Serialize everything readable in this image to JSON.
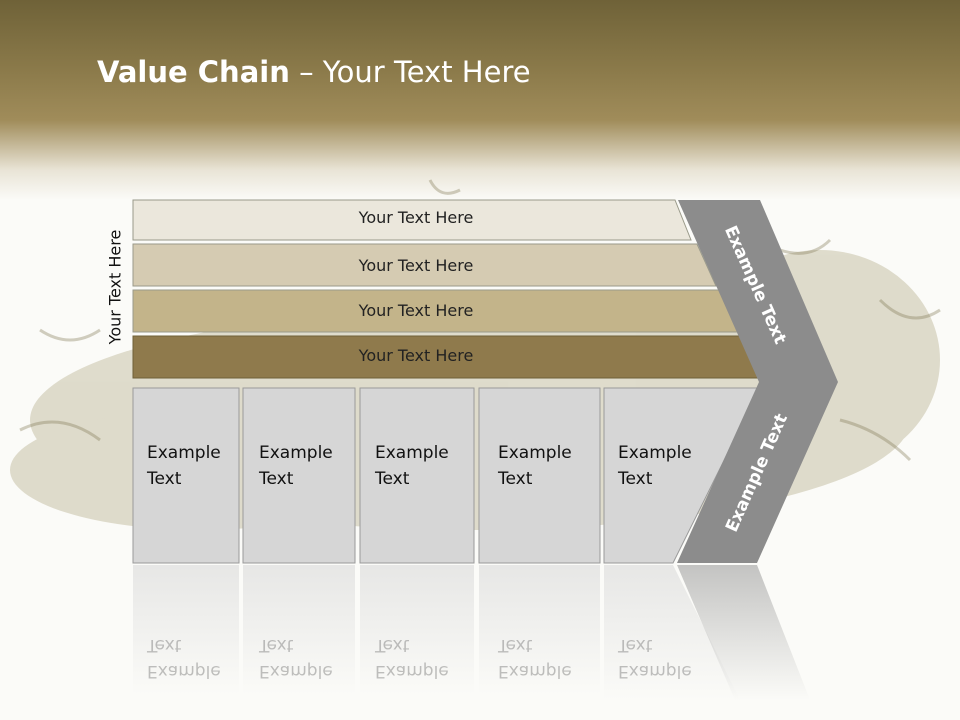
{
  "slide": {
    "title_bold": "Value Chain",
    "title_rest": " – Your Text Here",
    "vertical_label": "Your Text Here"
  },
  "bars": [
    {
      "label": "Your Text Here",
      "color": "#ebe7dc"
    },
    {
      "label": "Your Text Here",
      "color": "#d5cbb2"
    },
    {
      "label": "Your Text Here",
      "color": "#c3b48a"
    },
    {
      "label": "Your Text Here",
      "color": "#8f7a4c"
    }
  ],
  "boxes": [
    {
      "line1": "Example",
      "line2": "Text"
    },
    {
      "line1": "Example",
      "line2": "Text"
    },
    {
      "line1": "Example",
      "line2": "Text"
    },
    {
      "line1": "Example",
      "line2": "Text"
    },
    {
      "line1": "Example",
      "line2": "Text"
    }
  ],
  "chevron": {
    "upper_label": "Example Text",
    "lower_label": "Example Text",
    "color": "#8c8c8c"
  },
  "colors": {
    "box_fill": "#d6d6d6",
    "box_border": "#9a9a9a",
    "header": "#8b7a4a"
  }
}
